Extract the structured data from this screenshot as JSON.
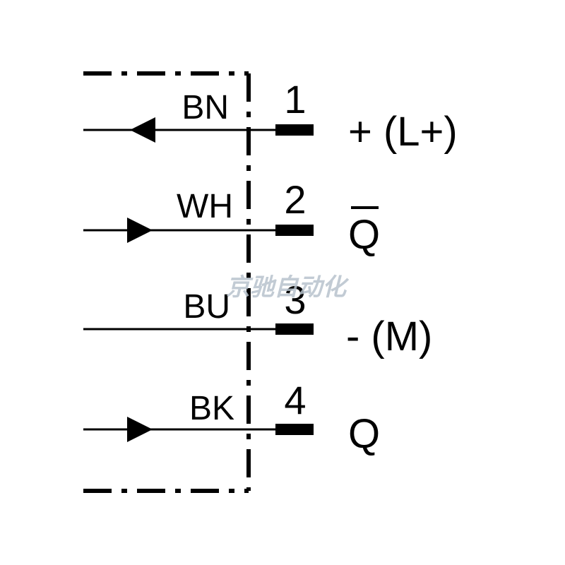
{
  "wires": [
    {
      "color_code": "BN",
      "pin": "1",
      "signal": "+ (L+)",
      "direction": "in"
    },
    {
      "color_code": "WH",
      "pin": "2",
      "signal": "Q",
      "signal_overline": true,
      "direction": "out"
    },
    {
      "color_code": "BU",
      "pin": "3",
      "signal": "- (M)",
      "direction": "none"
    },
    {
      "color_code": "BK",
      "pin": "4",
      "signal": "Q",
      "direction": "out"
    }
  ],
  "watermark": "京驰自动化",
  "colors": {
    "line": "#000000",
    "background": "#ffffff",
    "watermark": "#b8c3cd"
  }
}
